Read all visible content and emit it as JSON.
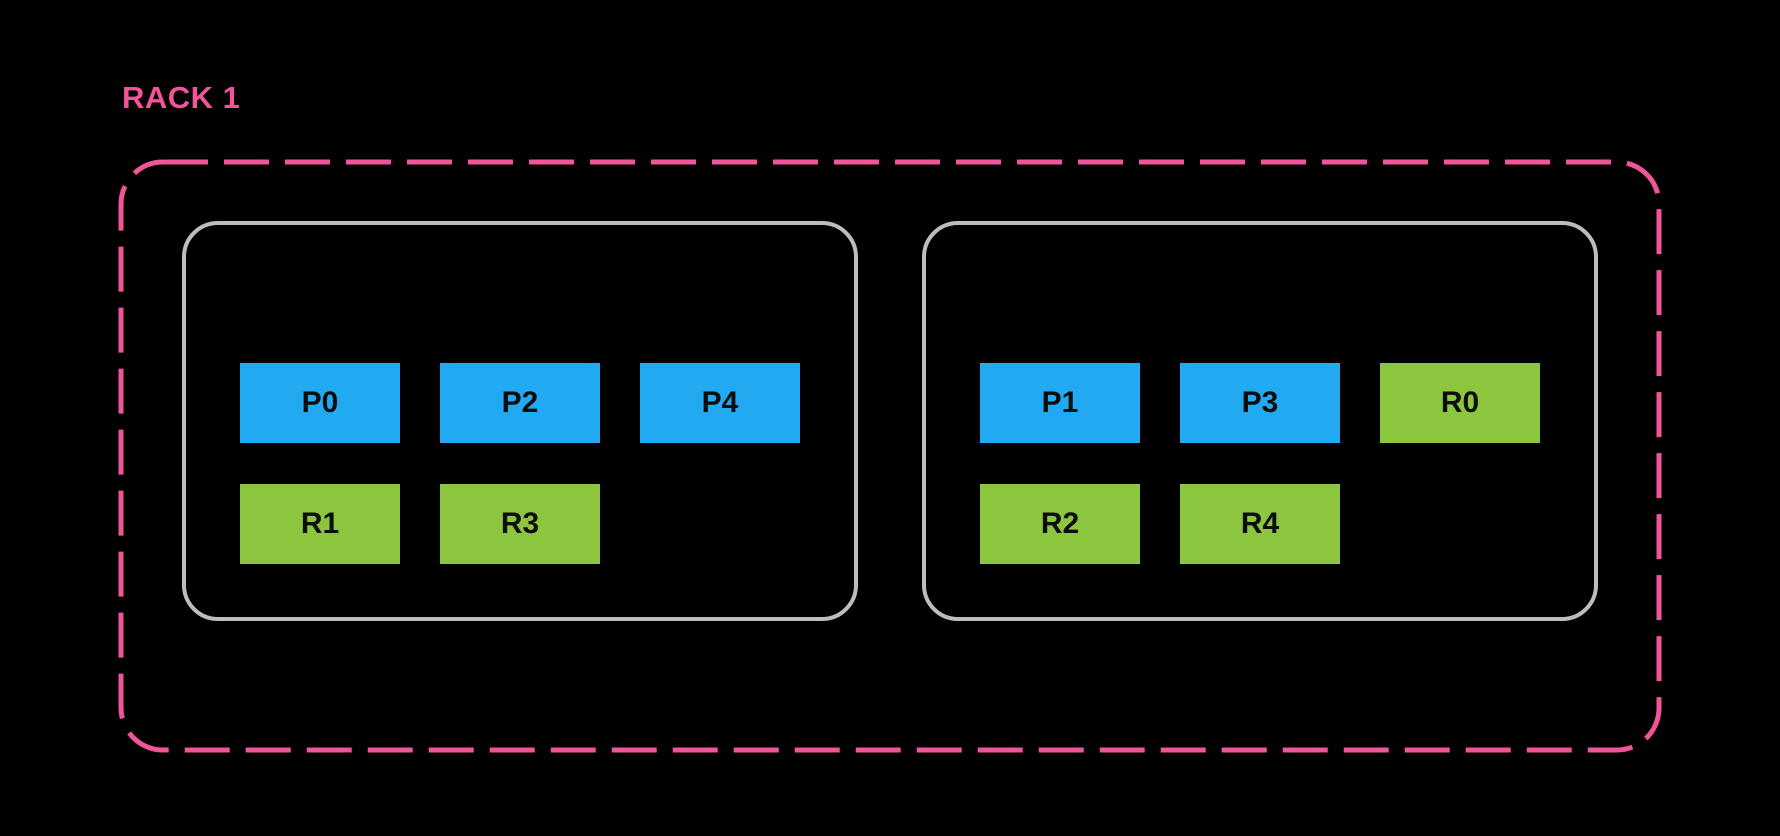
{
  "rack": {
    "title": "RACK 1",
    "nodes": [
      {
        "rows": [
          [
            {
              "label": "P0",
              "type": "primary"
            },
            {
              "label": "P2",
              "type": "primary"
            },
            {
              "label": "P4",
              "type": "primary"
            }
          ],
          [
            {
              "label": "R1",
              "type": "replica"
            },
            {
              "label": "R3",
              "type": "replica"
            }
          ]
        ]
      },
      {
        "rows": [
          [
            {
              "label": "P1",
              "type": "primary"
            },
            {
              "label": "P3",
              "type": "primary"
            },
            {
              "label": "R0",
              "type": "replica"
            }
          ],
          [
            {
              "label": "R2",
              "type": "replica"
            },
            {
              "label": "R4",
              "type": "replica"
            }
          ]
        ]
      }
    ]
  },
  "colors": {
    "background": "#000000",
    "rack_pink": "#f05499",
    "node_border_grey": "#bdbdbd",
    "primary_blue": "#21a9f2",
    "replica_green": "#8cc63e",
    "slot_text": "#0d0d0d"
  }
}
